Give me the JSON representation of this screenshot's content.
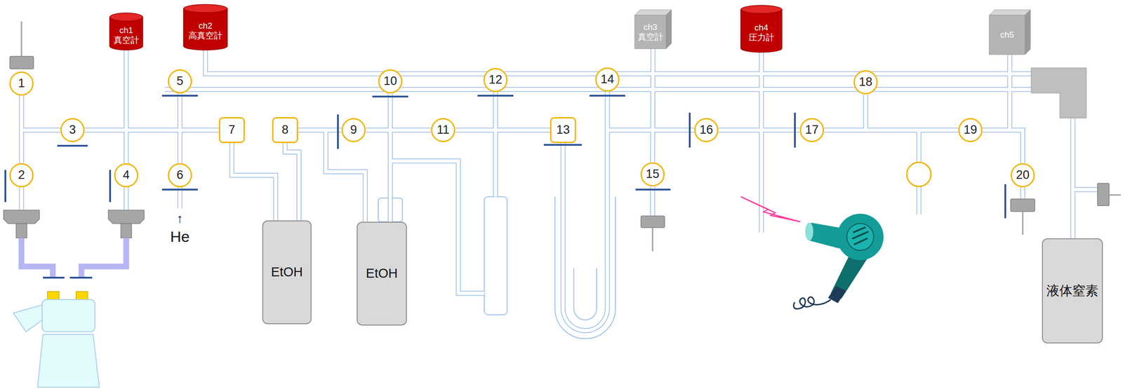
{
  "diagram": {
    "nodes": [
      {
        "text": [
          "1"
        ]
      },
      {
        "text": [
          "ch1",
          "真空計"
        ]
      },
      {
        "text": [
          "ch2",
          "高真空計"
        ]
      },
      {
        "text": [
          "5"
        ]
      },
      {
        "text": [
          "10"
        ]
      },
      {
        "text": [
          "12"
        ]
      },
      {
        "text": [
          "ch3",
          "真空計"
        ]
      },
      {
        "text": [
          "14"
        ]
      },
      {
        "text": [
          "ch4",
          "圧力計"
        ]
      },
      {
        "text": [
          "18"
        ]
      },
      {
        "text": [
          "ch5"
        ]
      },
      {
        "text": [
          "3"
        ]
      },
      {
        "text": [
          "7"
        ]
      },
      {
        "text": [
          "8"
        ]
      },
      {
        "text": [
          "9"
        ]
      },
      {
        "text": [
          "11"
        ]
      },
      {
        "text": [
          "13"
        ]
      },
      {
        "text": [
          "16"
        ]
      },
      {
        "text": [
          "17"
        ]
      },
      {
        "text": [
          "19"
        ]
      },
      {
        "text": [
          "2"
        ]
      },
      {
        "text": [
          "4"
        ]
      },
      {
        "text": [
          "6"
        ]
      },
      {
        "text": [
          "15"
        ]
      },
      {
        "text": [
          "20"
        ]
      },
      {
        "text": [
          "EtOH"
        ]
      },
      {
        "text": [
          "EtOH"
        ]
      },
      {
        "text": [
          "液体窒素"
        ]
      }
    ],
    "edges": [
      {
        "from": 0,
        "to": 20,
        "arrow": "none"
      },
      {
        "from": 11,
        "to": 12,
        "arrow": "none"
      },
      {
        "from": 1,
        "to": 21,
        "arrow": "none"
      },
      {
        "from": 3,
        "to": 22,
        "arrow": "none"
      },
      {
        "from": 12,
        "to": 25,
        "arrow": "none"
      },
      {
        "from": 13,
        "to": 25,
        "arrow": "none"
      },
      {
        "from": 13,
        "to": 14,
        "arrow": "none"
      },
      {
        "from": 14,
        "to": 15,
        "arrow": "none"
      },
      {
        "from": 15,
        "to": 16,
        "arrow": "none"
      },
      {
        "from": 4,
        "to": 26,
        "arrow": "none"
      },
      {
        "from": 16,
        "to": 7,
        "arrow": "none"
      },
      {
        "from": 6,
        "to": 23,
        "arrow": "none"
      },
      {
        "from": 17,
        "to": 18,
        "arrow": "none"
      },
      {
        "from": 18,
        "to": 19,
        "arrow": "none"
      },
      {
        "from": 19,
        "to": 24,
        "arrow": "none"
      }
    ],
    "labels": [
      "↑",
      "He"
    ]
  }
}
